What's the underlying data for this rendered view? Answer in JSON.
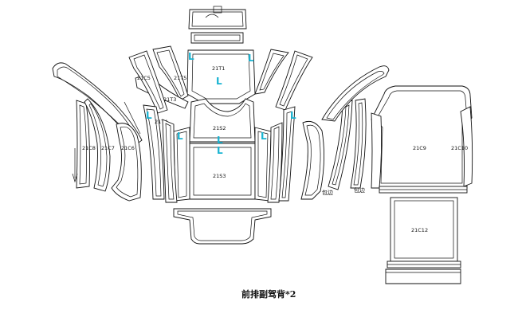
{
  "title": "前排副驾背*2",
  "colors": {
    "outline": "#111111",
    "mark": "#19b4d2",
    "background": "#ffffff"
  },
  "labels": {
    "t1": "21T1",
    "t5": "21T5",
    "t3": "21T3",
    "t4": "21T4",
    "s2": "21S2",
    "s3": "21S3",
    "c5": "21C5",
    "c6": "21C6",
    "c7": "21C7",
    "c8": "21C8",
    "c9": "21C9",
    "c10": "21C10",
    "c12": "21C12"
  },
  "marks": {
    "l": "L"
  },
  "notes": {
    "edge1": "包边",
    "edge2": "包边"
  }
}
